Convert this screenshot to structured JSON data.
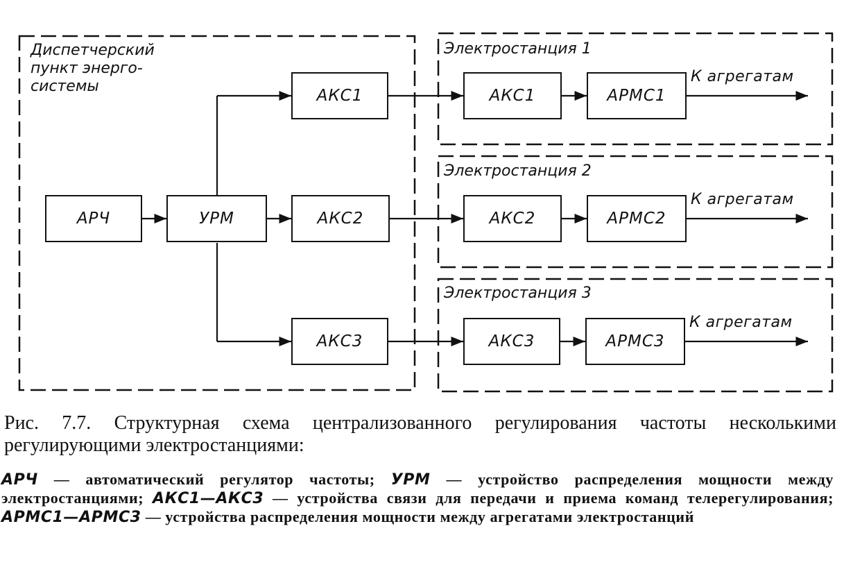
{
  "diagram": {
    "groups": {
      "dispatch": "Диспетчерский\nпункт энерго-\nсистемы",
      "station1": "Электростанция 1",
      "station2": "Электростанция 2",
      "station3": "Электростанция 3"
    },
    "blocks": {
      "arch": "АРЧ",
      "urm": "УРМ",
      "aks1_dispatch": "АКС1",
      "aks2_dispatch": "АКС2",
      "aks3_dispatch": "АКС3",
      "aks1_station": "АКС1",
      "aks2_station": "АКС2",
      "aks3_station": "АКС3",
      "armc1": "АРМС1",
      "armc2": "АРМС2",
      "armc3": "АРМС3"
    },
    "outputs": {
      "out1": "К агрегатам",
      "out2": "К агрегатам",
      "out3": "К агрегатам"
    }
  },
  "caption": {
    "text": "Рис. 7.7. Структурная схема централизованного регулирования частоты несколькими регулирующими электростанциями:"
  },
  "legend": {
    "arch_term": "АРЧ",
    "arch_def": " — автоматический регулятор частоты; ",
    "urm_term": "УРМ",
    "urm_def": " — устройство распределения мощности между электростанциями; ",
    "aks_term": "АКС1—АКС3",
    "aks_def": " — устройства связи для передачи и приема команд телерегулирования; ",
    "armc_term": "АРМС1—АРМС3",
    "armc_def": " — устройства распределения мощности между агрегатами электростанций"
  }
}
